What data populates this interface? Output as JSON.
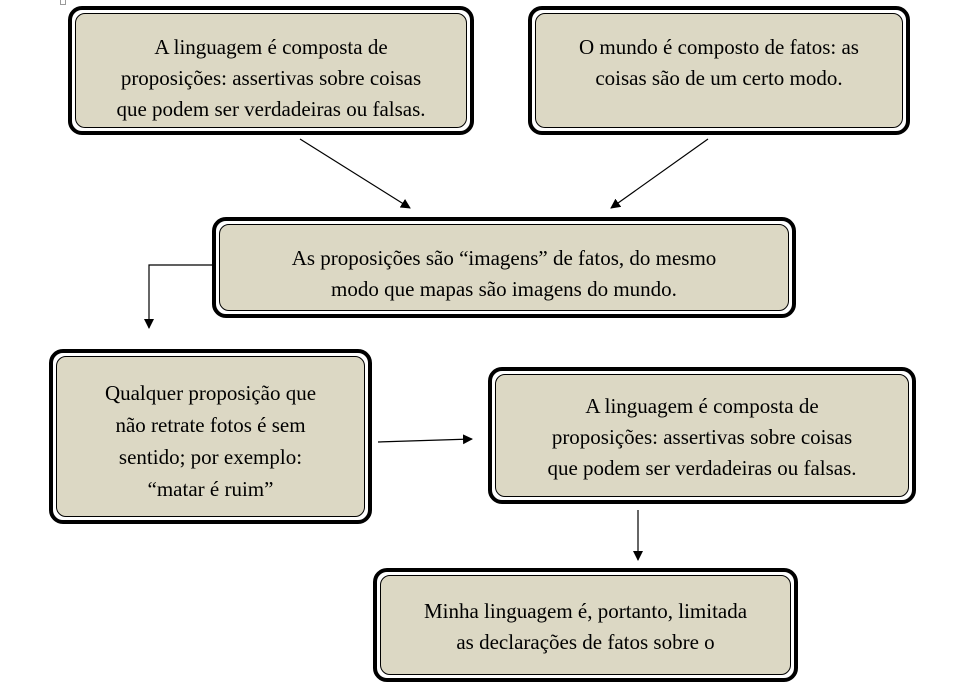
{
  "boxes": {
    "language_propositions_top": "A linguagem é composta de\nproposições: assertivas sobre coisas\nque podem ser verdadeiras ou falsas.",
    "world_facts": "O mundo é composto de fatos: as\ncoisas são de um certo modo.",
    "propositions_images": "As proposições são “imagens” de fatos, do mesmo\nmodo que mapas são imagens do mundo.",
    "meaningless_propositions": "Qualquer proposição que\nnão retrate fotos é sem\nsentido; por exemplo:\n“matar é ruim”",
    "language_propositions_right": "A linguagem é composta de\nproposições: assertivas sobre coisas\nque podem ser verdadeiras ou falsas.",
    "my_language_limited": "Minha linguagem é, portanto, limitada\nas declarações de fatos sobre o"
  },
  "colors": {
    "box_fill": "#dcd8c4",
    "border": "#000000",
    "arrow": "#000000"
  }
}
